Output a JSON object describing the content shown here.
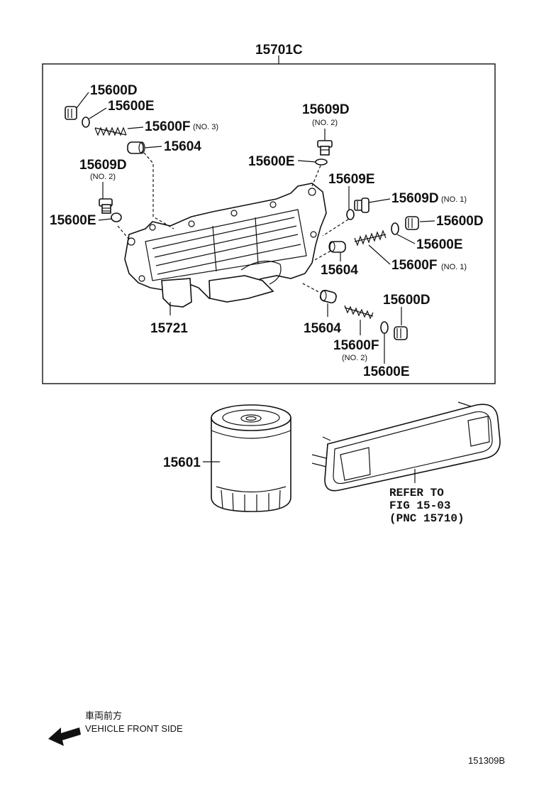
{
  "assembly_label": "15701C",
  "labels": {
    "plug_top_left": "15600D",
    "gasket_top_left": "15600E",
    "spring_top_left": "15600F",
    "spring_top_left_note": "(NO. 3)",
    "valve_top_left": "15604",
    "plug_left": "15609D",
    "plug_left_note": "(NO. 2)",
    "gasket_left": "15600E",
    "plug_top_center": "15609D",
    "plug_top_center_note": "(NO. 2)",
    "gasket_top_center": "15600E",
    "gasket_right_upper": "15609E",
    "plug_right_no1": "15609D",
    "plug_right_no1_note": "(NO. 1)",
    "plug_right": "15600D",
    "gasket_right": "15600E",
    "valve_right": "15604",
    "spring_right": "15600F",
    "spring_right_note": "(NO. 1)",
    "cover": "15721",
    "valve_bottom": "15604",
    "plug_bottom": "15600D",
    "spring_bottom": "15600F",
    "spring_bottom_note": "(NO. 2)",
    "gasket_bottom": "15600E",
    "oil_filter": "15601"
  },
  "refer_note": {
    "line1": "REFER TO",
    "line2": "FIG 15-03",
    "line3": "(PNC 15710)"
  },
  "direction": {
    "jp": "車両前方",
    "en": "VEHICLE FRONT SIDE"
  },
  "figure_id": "151309B"
}
